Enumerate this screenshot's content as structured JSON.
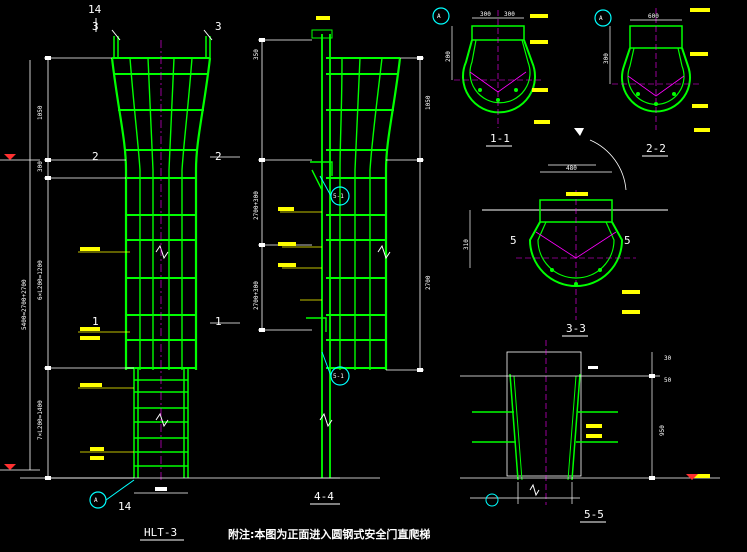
{
  "colors": {
    "background": "#000000",
    "structure": "#00ff00",
    "dimension": "#ffffff",
    "leader": "#ffff00",
    "center": "#ff00ff",
    "marker": "#00ffff"
  },
  "sections": {
    "s11": "1-1",
    "s22": "2-2",
    "s33": "3-3",
    "s44": "4-4",
    "s55": "5-5",
    "s55_left_mark": "5",
    "s55_right_mark": "5"
  },
  "main_view": {
    "title": "HLT-3",
    "cut_top_left": "3",
    "cut_top_right": "3",
    "cut_mid_left": "2",
    "cut_mid_right": "2",
    "cut_low_left": "1",
    "cut_low_right": "1",
    "mark_top": "14",
    "mark_bottom": "14"
  },
  "detail_marks": {
    "a": "A",
    "circle_1": "5-1",
    "circle_2": "5-1"
  },
  "note": "附注:本图为正面进入圆钢式安全门直爬梯"
}
